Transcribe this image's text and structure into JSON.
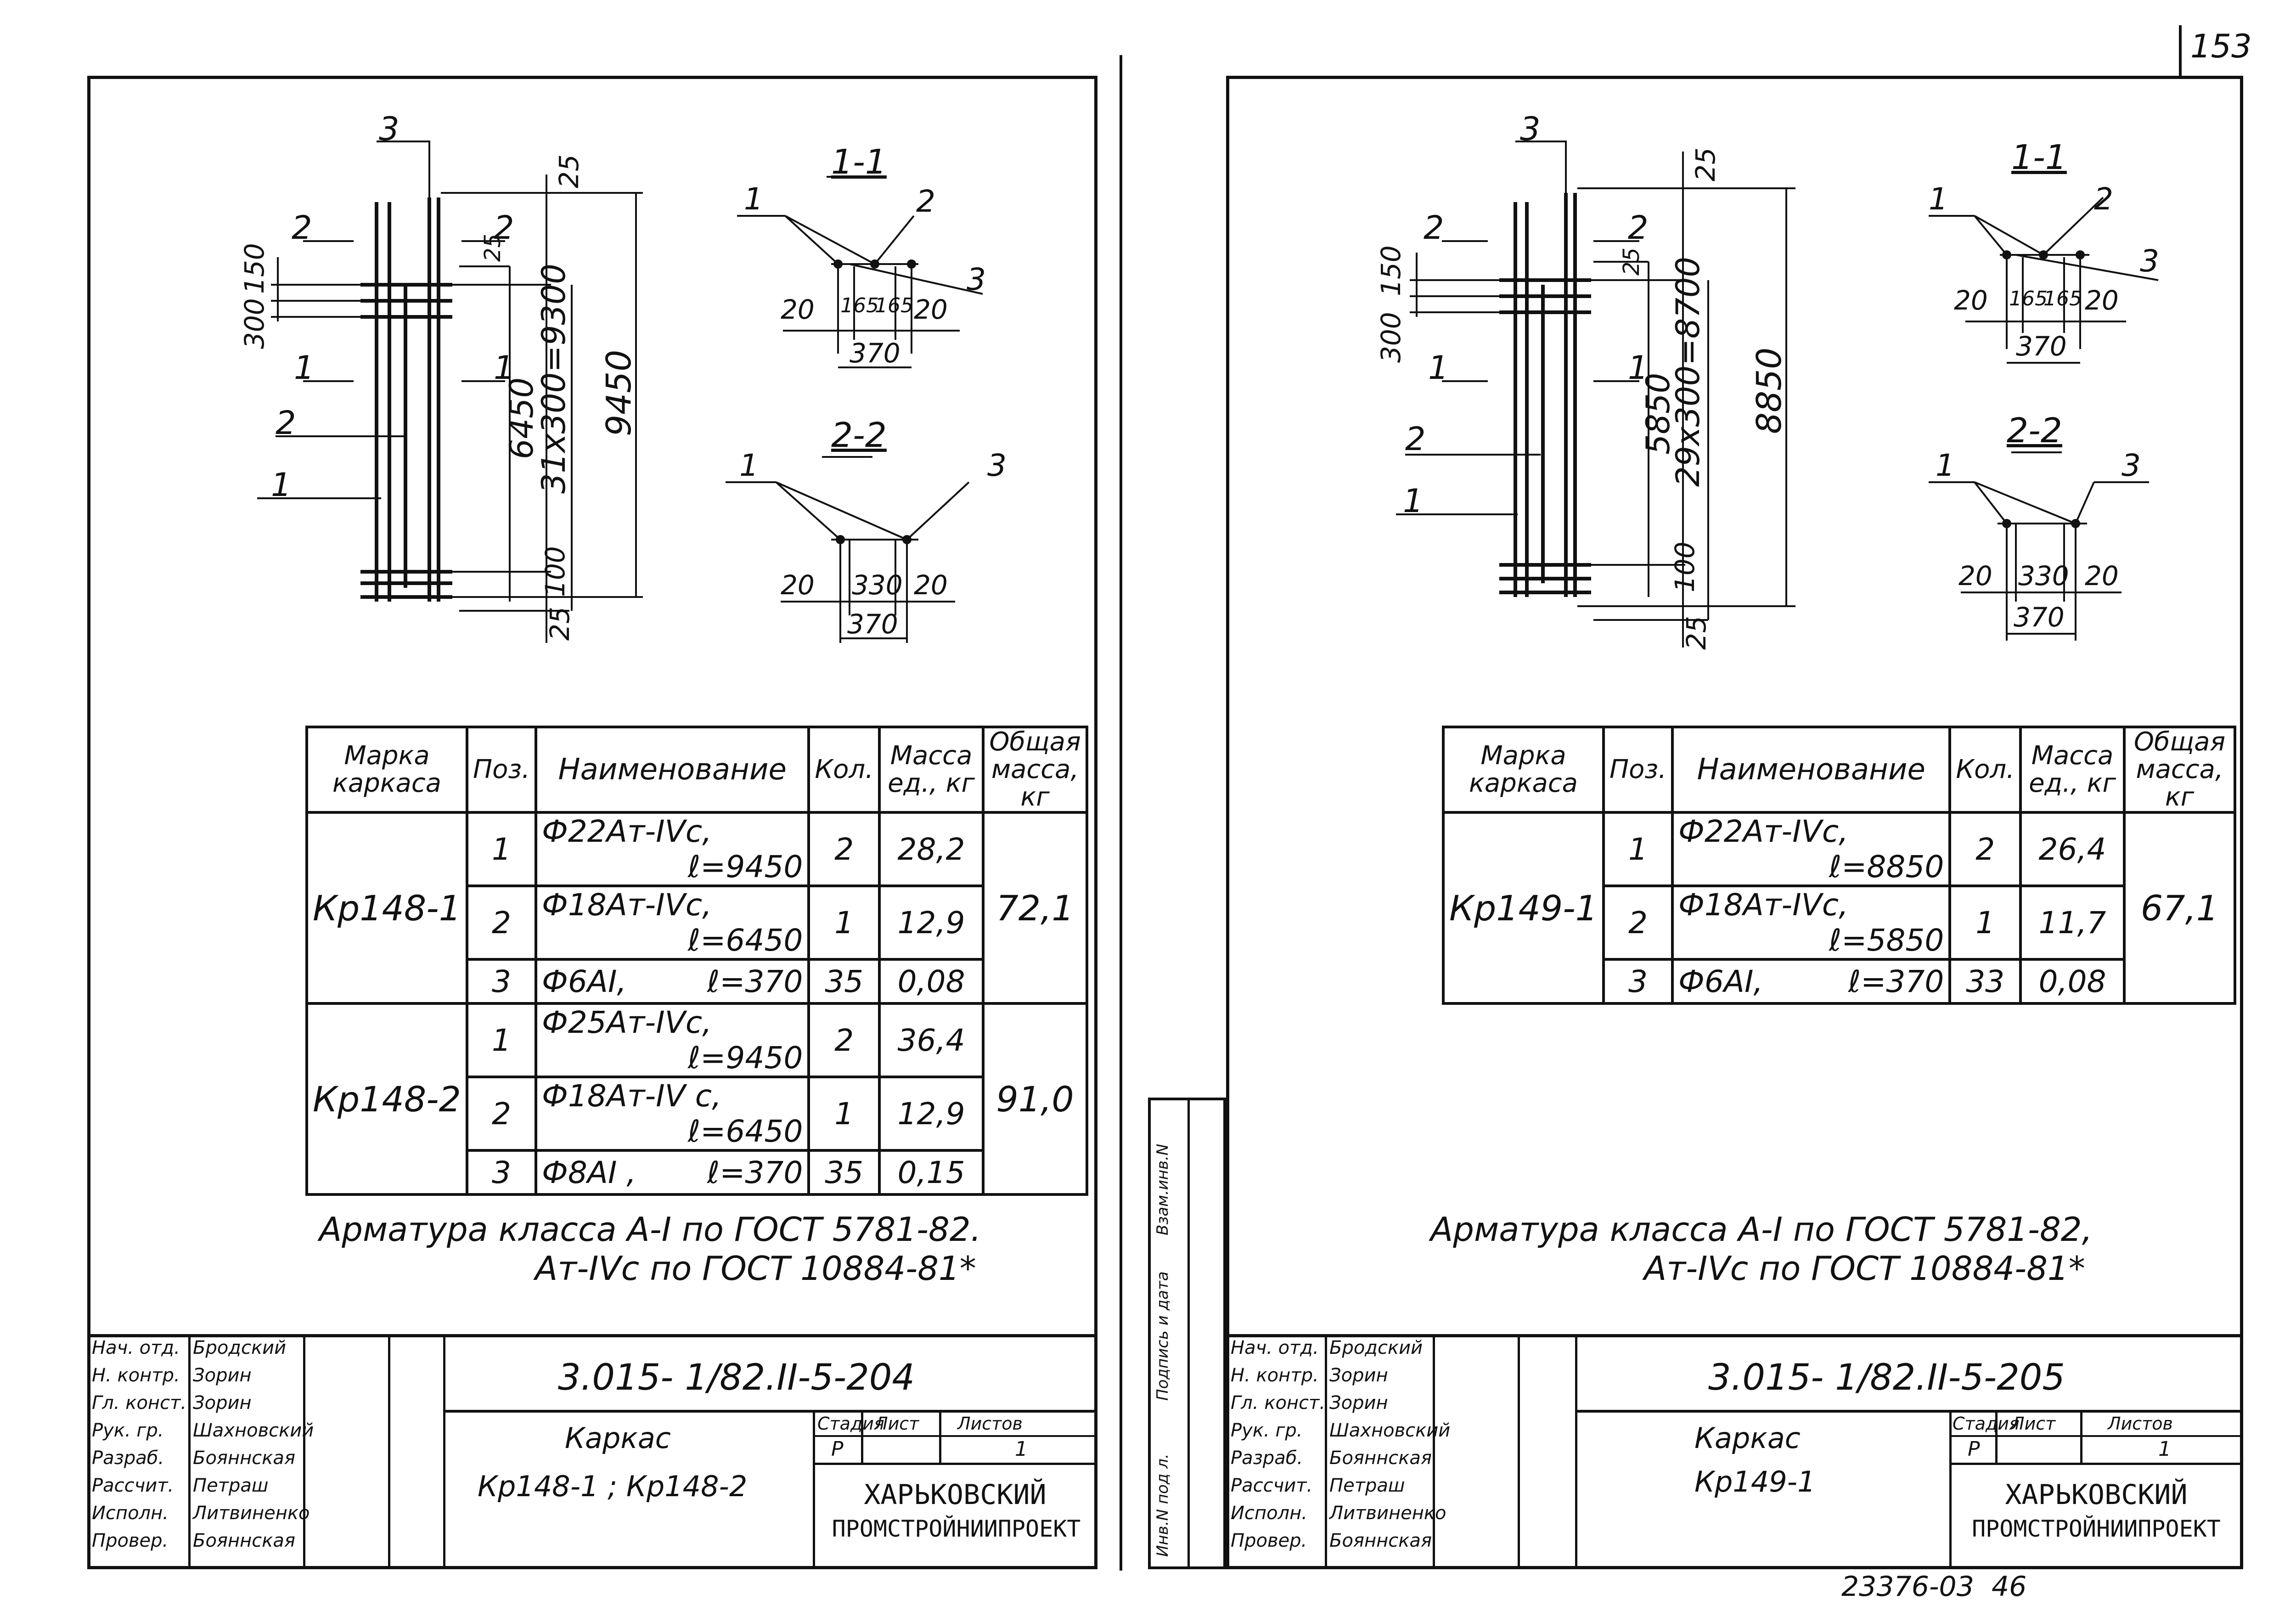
{
  "page_number": "153",
  "archive_code": "23376-03  46",
  "side_strip": {
    "labels": [
      "Инв.N под л.",
      "Подпись и дата",
      "Взам.инв.N"
    ]
  },
  "left": {
    "drawing_labels": {
      "pos1": "1",
      "pos2": "2",
      "pos3": "3",
      "cut2": "2",
      "cut1": "1",
      "dim_300": "300",
      "dim_150": "150",
      "dim_25_top": "25",
      "dim_25_mid": "25",
      "dim_25_bot": "25",
      "dim_6450": "6450",
      "dim_span": "31х300=9300",
      "dim_9450": "9450",
      "dim_100": "100"
    },
    "sections": {
      "s11_title": "1-1",
      "s11_p1": "1",
      "s11_p2": "2",
      "s11_p3": "3",
      "s11_d20a": "20",
      "s11_d165a": "165",
      "s11_d165b": "165",
      "s11_d20b": "20",
      "s11_d370": "370",
      "s22_title": "2-2",
      "s22_p1": "1",
      "s22_p3": "3",
      "s22_d20a": "20",
      "s22_d330": "330",
      "s22_d20b": "20",
      "s22_d370": "370"
    },
    "table": {
      "headers": {
        "mark": "Марка каркаса",
        "pos": "Поз.",
        "name": "Наименование",
        "qty": "Кол.",
        "unit_mass": "Масса ед., кг",
        "total_mass": "Общая масса, кг"
      },
      "groups": [
        {
          "mark": "Кр148-1",
          "total": "72,1",
          "rows": [
            {
              "pos": "1",
              "name": "Ф22Ат-IVс,",
              "len": "ℓ=9450",
              "qty": "2",
              "mass": "28,2"
            },
            {
              "pos": "2",
              "name": "Ф18Ат-IVс,",
              "len": "ℓ=6450",
              "qty": "1",
              "mass": "12,9"
            },
            {
              "pos": "3",
              "name": "Ф6АI,",
              "len": "ℓ=370",
              "qty": "35",
              "mass": "0,08"
            }
          ]
        },
        {
          "mark": "Кр148-2",
          "total": "91,0",
          "rows": [
            {
              "pos": "1",
              "name": "Ф25Ат-IVс,",
              "len": "ℓ=9450",
              "qty": "2",
              "mass": "36,4"
            },
            {
              "pos": "2",
              "name": "Ф18Ат-IV с,",
              "len": "ℓ=6450",
              "qty": "1",
              "mass": "12,9"
            },
            {
              "pos": "3",
              "name": "Ф8АI ,",
              "len": "ℓ=370",
              "qty": "35",
              "mass": "0,15"
            }
          ]
        }
      ]
    },
    "note_line1": "Арматура класса А-I по ГОСТ 5781-82.",
    "note_line2": "Ат-IVс по ГОСТ 10884-81*",
    "title_block": {
      "code": "3.015- 1/82.II-5-204",
      "name_line1": "Каркас",
      "name_line2": "Кр148-1 ; Кр148-2",
      "stage_h": "Стадия",
      "sheet_h": "Лист",
      "sheets_h": "Листов",
      "stage": "Р",
      "sheet": "",
      "sheets": "1",
      "org_line1": "ХАРЬКОВСКИЙ",
      "org_line2": "ПРОМСТРОЙНИИПРОЕКТ",
      "staff": [
        {
          "role": "Нач. отд.",
          "name": "Бродский"
        },
        {
          "role": "Н. контр.",
          "name": "Зорин"
        },
        {
          "role": "Гл. конст.",
          "name": "Зорин"
        },
        {
          "role": "Рук. гр.",
          "name": "Шахновский"
        },
        {
          "role": "Разраб.",
          "name": "Бояннская"
        },
        {
          "role": "Рассчит.",
          "name": "Петраш"
        },
        {
          "role": "Исполн.",
          "name": "Литвиненко"
        },
        {
          "role": "Провер.",
          "name": "Бояннская"
        }
      ]
    }
  },
  "right": {
    "drawing_labels": {
      "pos1": "1",
      "pos2": "2",
      "pos3": "3",
      "cut2": "2",
      "cut1": "1",
      "dim_300": "300",
      "dim_150": "150",
      "dim_25_top": "25",
      "dim_25_mid": "25",
      "dim_25_bot": "25",
      "dim_5850": "5850",
      "dim_span": "29х300=8700",
      "dim_8850": "8850",
      "dim_100": "100"
    },
    "sections": {
      "s11_title": "1-1",
      "s11_p1": "1",
      "s11_p2": "2",
      "s11_p3": "3",
      "s11_d20a": "20",
      "s11_d165a": "165",
      "s11_d165b": "165",
      "s11_d20b": "20",
      "s11_d370": "370",
      "s22_title": "2-2",
      "s22_p1": "1",
      "s22_p3": "3",
      "s22_d20a": "20",
      "s22_d330": "330",
      "s22_d20b": "20",
      "s22_d370": "370"
    },
    "table": {
      "headers": {
        "mark": "Марка каркаса",
        "pos": "Поз.",
        "name": "Наименование",
        "qty": "Кол.",
        "unit_mass": "Масса ед., кг",
        "total_mass": "Общая масса, кг"
      },
      "groups": [
        {
          "mark": "Кр149-1",
          "total": "67,1",
          "rows": [
            {
              "pos": "1",
              "name": "Ф22Ат-IVс,",
              "len": "ℓ=8850",
              "qty": "2",
              "mass": "26,4"
            },
            {
              "pos": "2",
              "name": "Ф18Ат-IVс,",
              "len": "ℓ=5850",
              "qty": "1",
              "mass": "11,7"
            },
            {
              "pos": "3",
              "name": "Ф6АI,",
              "len": "ℓ=370",
              "qty": "33",
              "mass": "0,08"
            }
          ]
        }
      ]
    },
    "note_line1": "Арматура класса А-I по ГОСТ 5781-82,",
    "note_line2": "Ат-IVс по ГОСТ 10884-81*",
    "title_block": {
      "code": "3.015- 1/82.II-5-205",
      "name_line1": "Каркас",
      "name_line2": "Кр149-1",
      "stage_h": "Стадия",
      "sheet_h": "Лист",
      "sheets_h": "Листов",
      "stage": "Р",
      "sheet": "",
      "sheets": "1",
      "org_line1": "ХАРЬКОВСКИЙ",
      "org_line2": "ПРОМСТРОЙНИИПРОЕКТ",
      "staff": [
        {
          "role": "Нач. отд.",
          "name": "Бродский"
        },
        {
          "role": "Н. контр.",
          "name": "Зорин"
        },
        {
          "role": "Гл. конст.",
          "name": "Зорин"
        },
        {
          "role": "Рук. гр.",
          "name": "Шахновский"
        },
        {
          "role": "Разраб.",
          "name": "Бояннская"
        },
        {
          "role": "Рассчит.",
          "name": "Петраш"
        },
        {
          "role": "Исполн.",
          "name": "Литвиненко"
        },
        {
          "role": "Провер.",
          "name": "Бояннская"
        }
      ]
    }
  }
}
